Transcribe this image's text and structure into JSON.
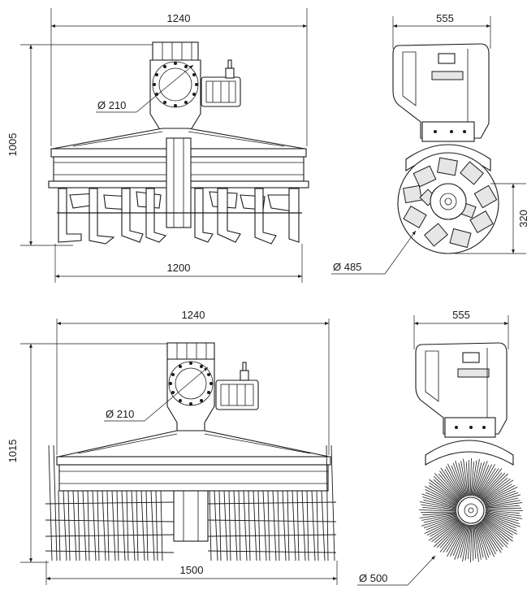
{
  "views": {
    "tiller_front": {
      "width_top": "1240",
      "height": "1005",
      "width_bottom": "1200",
      "shaft_diameter": "Ø 210"
    },
    "tiller_side": {
      "depth": "555",
      "rotor_height": "320",
      "rotor_diameter": "Ø 485"
    },
    "brush_front": {
      "width_top": "1240",
      "height": "1015",
      "width_bottom": "1500",
      "shaft_diameter": "Ø 210"
    },
    "brush_side": {
      "depth": "555",
      "brush_diameter": "Ø 500"
    }
  },
  "colors": {
    "ink": "#1a1a1a",
    "part_fill": "#ffffff",
    "panel_fill": "#e6e6e6"
  }
}
